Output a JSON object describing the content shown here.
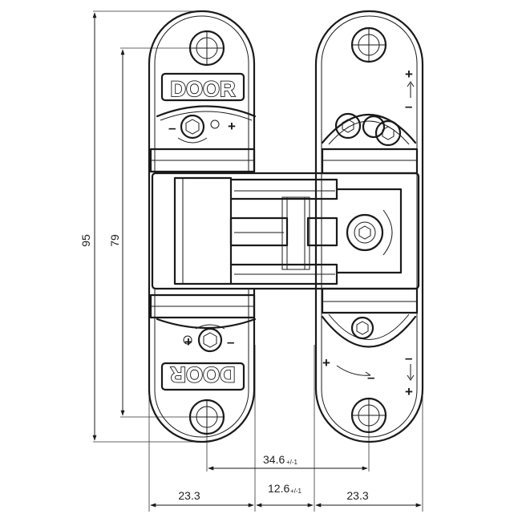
{
  "diagram": {
    "labels": {
      "door_top": "DOOR",
      "door_bottom": "DOOR",
      "plus": "+",
      "minus": "–"
    },
    "dimensions": {
      "total_height": "95",
      "hole_spacing": "79",
      "hole_distance_main": "34.6",
      "hole_distance_tol": "+/-1",
      "width_left": "23.3",
      "middle_gap_main": "12.6",
      "middle_gap_tol": "+/-1",
      "width_right": "23.3"
    }
  }
}
